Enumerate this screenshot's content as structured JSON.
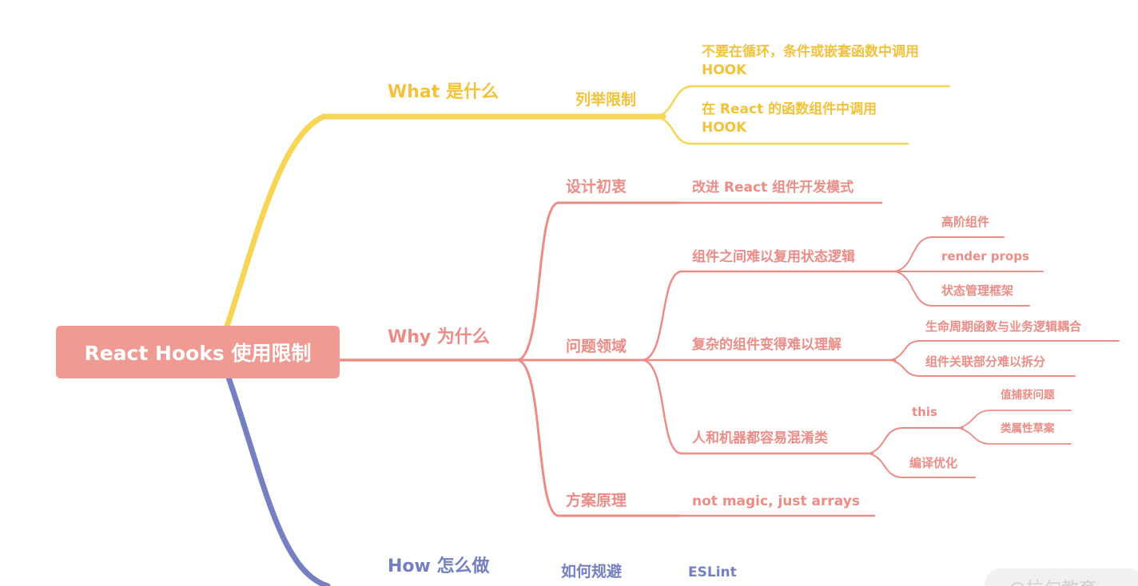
{
  "colors": {
    "what": "#f3c23a",
    "what_line": "#f6d654",
    "why": "#ec8c86",
    "how": "#7580c2",
    "root_bg": "#ef9a93"
  },
  "root": {
    "label": "React Hooks 使用限制"
  },
  "what": {
    "label": "What  是什么",
    "child": "列举限制",
    "rules": [
      "不要在循环，条件或嵌套函数中调用 HOOK",
      "在 React 的函数组件中调用 HOOK"
    ]
  },
  "why": {
    "label": "Why  为什么",
    "design": {
      "label": "设计初衷",
      "detail": "改进 React 组件开发模式"
    },
    "problems": {
      "label": "问题领域",
      "reuse": {
        "label": "组件之间难以复用状态逻辑",
        "items": [
          "高阶组件",
          "render props",
          "状态管理框架"
        ]
      },
      "complex": {
        "label": "复杂的组件变得难以理解",
        "items": [
          "生命周期函数与业务逻辑耦合",
          "组件关联部分难以拆分"
        ]
      },
      "confuse": {
        "label": "人和机器都容易混淆类",
        "this": {
          "label": "this",
          "items": [
            "值捕获问题",
            "类属性草案"
          ]
        },
        "compile": "编译优化"
      }
    },
    "principle": {
      "label": "方案原理",
      "detail": "not magic, just arrays"
    }
  },
  "how": {
    "label": "How 怎么做",
    "child": "如何规避",
    "detail": "ESLint"
  },
  "watermark": "@拉勾教育"
}
